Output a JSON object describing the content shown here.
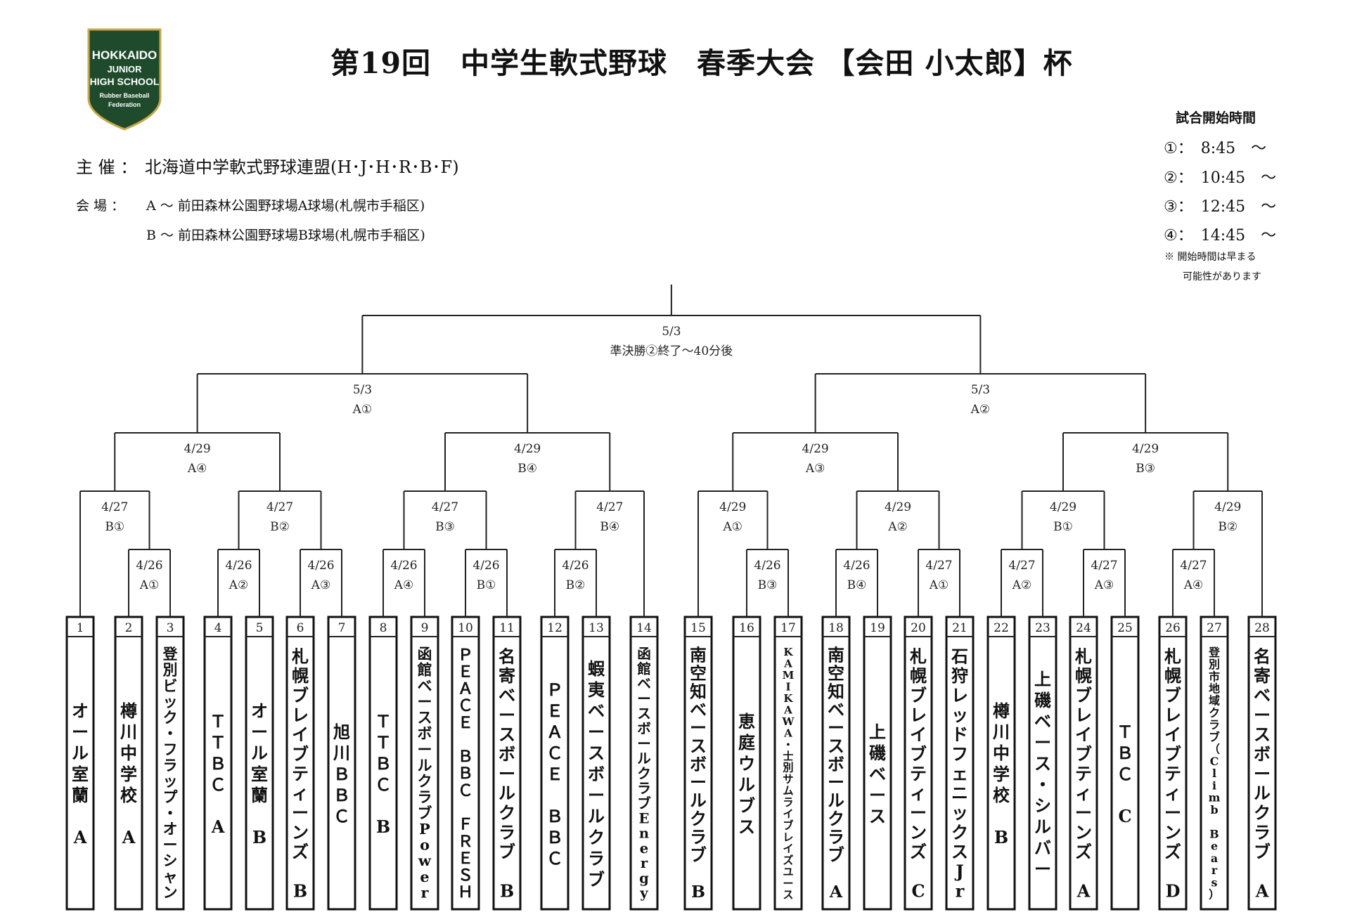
{
  "document": {
    "title": "第19回　中学生軟式野球　春季大会 【会田 小太郎】杯",
    "logo": {
      "line1": "HOKKAIDO",
      "line2": "JUNIOR",
      "line3": "HIGH SCHOOL",
      "line4": "Rubber Baseball",
      "line5": "Federation",
      "color": "#1f4b2c",
      "accent": "#c8a84a"
    },
    "organizer_label": "主 催 ：",
    "organizer": "北海道中学軟式野球連盟(H･J･H･R･B･F)",
    "venue_label": "会 場 ：",
    "venue_a": "A ～ 前田森林公園野球場A球場(札幌市手稲区)",
    "venue_b": "B ～ 前田森林公園野球場B球場(札幌市手稲区)",
    "start_times": {
      "heading": "試合開始時間",
      "rows": [
        "①：　8:45　～",
        "②：　10:45　～",
        "③：　12:45　～",
        "④：　14:45　～"
      ],
      "note_line1": "※ 開始時間は早まる",
      "note_line2": "可能性があります"
    }
  },
  "bracket": {
    "teams": [
      {
        "seed": "1",
        "name": "オール室蘭　A"
      },
      {
        "seed": "2",
        "name": "樽川中学校　A"
      },
      {
        "seed": "3",
        "name": "登別ビック・フラップ・オーシャン"
      },
      {
        "seed": "4",
        "name": "ＴＴＢＣ　A"
      },
      {
        "seed": "5",
        "name": "オール室蘭　B"
      },
      {
        "seed": "6",
        "name": "札幌ブレイブティーンズ　B"
      },
      {
        "seed": "7",
        "name": "旭川ＢＢＣ"
      },
      {
        "seed": "8",
        "name": "ＴＴＢＣ　B"
      },
      {
        "seed": "9",
        "name": "函館ベースボールクラブPower"
      },
      {
        "seed": "10",
        "name": "ＰＥＡＣＥ　ＢＢＣ　ＦＲＥＳＨ"
      },
      {
        "seed": "11",
        "name": "名寄ベースボールクラブ　B"
      },
      {
        "seed": "12",
        "name": "ＰＥＡＣＥ　ＢＢＣ"
      },
      {
        "seed": "13",
        "name": "蝦夷ベースボールクラブ"
      },
      {
        "seed": "14",
        "name": "函館ベースボールクラブEnergy"
      },
      {
        "seed": "15",
        "name": "南空知ベースボールクラブ　B"
      },
      {
        "seed": "16",
        "name": "恵庭ウルブス"
      },
      {
        "seed": "17",
        "name": "KAMIKAWA・士別サムライブレイズユース"
      },
      {
        "seed": "18",
        "name": "南空知ベースボールクラブ　A"
      },
      {
        "seed": "19",
        "name": "上磯ベース"
      },
      {
        "seed": "20",
        "name": "札幌ブレイブティーンズ　C"
      },
      {
        "seed": "21",
        "name": "石狩レッドフェニックスJr"
      },
      {
        "seed": "22",
        "name": "樽川中学校　B"
      },
      {
        "seed": "23",
        "name": "上磯ベース・シルバー"
      },
      {
        "seed": "24",
        "name": "札幌ブレイブティーンズ　A"
      },
      {
        "seed": "25",
        "name": "ＴＢＣ　C"
      },
      {
        "seed": "26",
        "name": "札幌ブレイブティーンズ　D"
      },
      {
        "seed": "27",
        "name": "登別市地域クラブ（Climb Bears）"
      },
      {
        "seed": "28",
        "name": "名寄ベースボールクラブ　A"
      }
    ],
    "games": [
      {
        "date": "4/26",
        "slot": "A①"
      },
      {
        "date": "4/26",
        "slot": "A②"
      },
      {
        "date": "4/26",
        "slot": "A③"
      },
      {
        "date": "4/26",
        "slot": "A④"
      },
      {
        "date": "4/26",
        "slot": "B①"
      },
      {
        "date": "4/26",
        "slot": "B②"
      },
      {
        "date": "4/26",
        "slot": "B③"
      },
      {
        "date": "4/26",
        "slot": "B④"
      },
      {
        "date": "4/27",
        "slot": "A①"
      },
      {
        "date": "4/27",
        "slot": "A②"
      },
      {
        "date": "4/27",
        "slot": "A③"
      },
      {
        "date": "4/27",
        "slot": "A④"
      },
      {
        "date": "4/27",
        "slot": "B①"
      },
      {
        "date": "4/27",
        "slot": "B②"
      },
      {
        "date": "4/27",
        "slot": "B③"
      },
      {
        "date": "4/27",
        "slot": "B④"
      },
      {
        "date": "4/29",
        "slot": "A①"
      },
      {
        "date": "4/29",
        "slot": "A②"
      },
      {
        "date": "4/29",
        "slot": "B①"
      },
      {
        "date": "4/29",
        "slot": "B②"
      },
      {
        "date": "4/29",
        "slot": "A④"
      },
      {
        "date": "4/29",
        "slot": "B④"
      },
      {
        "date": "4/29",
        "slot": "A③"
      },
      {
        "date": "4/29",
        "slot": "B③"
      },
      {
        "date": "5/3",
        "slot": "A①"
      },
      {
        "date": "5/3",
        "slot": "A②"
      },
      {
        "date": "5/3",
        "slot": "準決勝②終了～40分後"
      }
    ]
  }
}
